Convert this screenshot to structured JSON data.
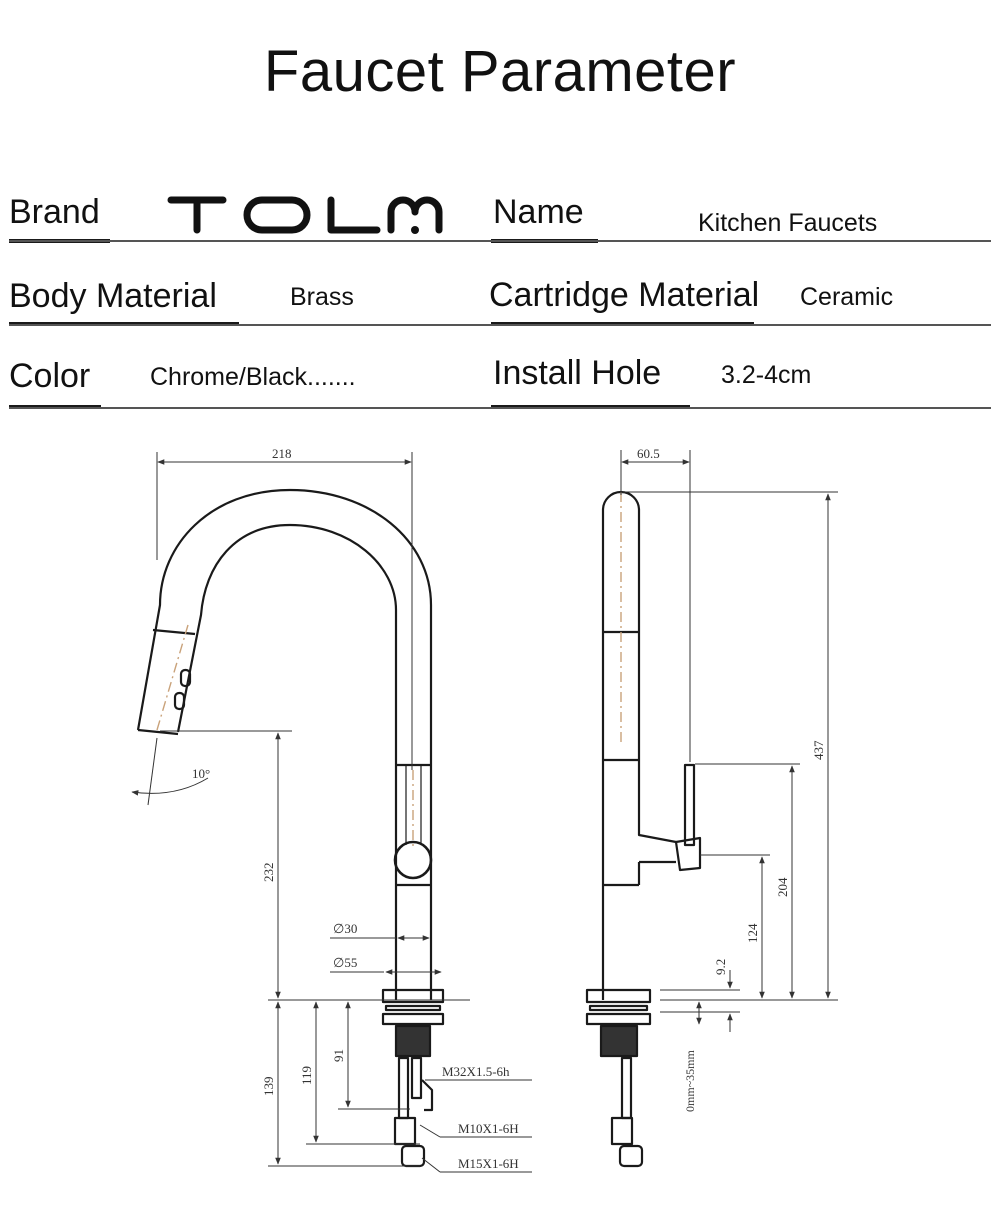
{
  "title": "Faucet Parameter",
  "specs": {
    "brand_label": "Brand",
    "brand_logo_text": "TOLM",
    "name_label": "Name",
    "name_value": "Kitchen Faucets",
    "body_material_label": "Body Material",
    "body_material_value": "Brass",
    "cartridge_material_label": "Cartridge Material",
    "cartridge_material_value": "Ceramic",
    "color_label": "Color",
    "color_value": "Chrome/Black.......",
    "install_hole_label": "Install Hole",
    "install_hole_value": "3.2-4cm"
  },
  "dimensions": {
    "width_218": "218",
    "angle_10": "10°",
    "height_232": "232",
    "dia_30": "∅30",
    "dia_55": "∅55",
    "depth_139": "139",
    "depth_119": "119",
    "depth_91": "91",
    "thread_m32": "M32X1.5-6h",
    "thread_m10": "M10X1-6H",
    "thread_m15": "M15X1-6H",
    "offset_60_5": "60.5",
    "height_437": "437",
    "height_204": "204",
    "height_124": "124",
    "height_9_2": "9.2",
    "deck_range": "0mm~35mm"
  },
  "colors": {
    "line": "#1a1a1a",
    "center_line": "#c9a27a",
    "rule": "#555555"
  }
}
